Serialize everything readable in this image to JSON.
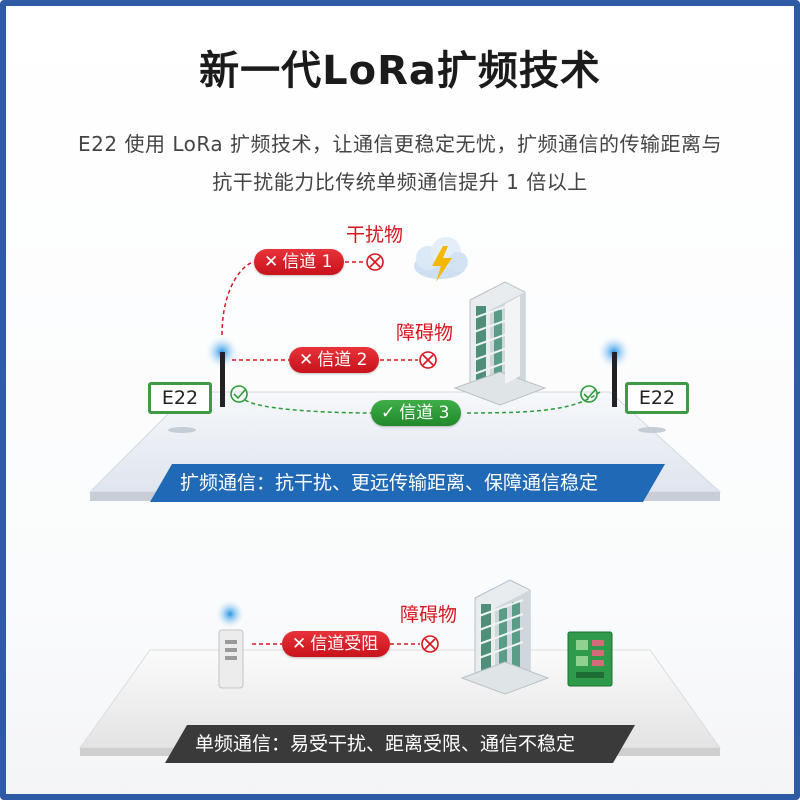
{
  "title": "新一代LoRa扩频技术",
  "subtitle_line1": "E22 使用 LoRa 扩频技术，让通信更稳定无忧，扩频通信的传输距离与",
  "subtitle_line2": "抗干扰能力比传统单频通信提升 1 倍以上",
  "top_scene": {
    "left_module": "E22",
    "right_module": "E22",
    "interference_label": "干扰物",
    "obstacle_label": "障碍物",
    "channel1": "信道 1",
    "channel2": "信道 2",
    "channel3": "信道 3",
    "banner": "扩频通信：抗干扰、更远传输距离、保障通信稳定"
  },
  "bottom_scene": {
    "obstacle_label": "障碍物",
    "channel_blocked": "信道受阻",
    "banner": "单频通信：易受干扰、距离受限、通信不稳定"
  },
  "icons": {
    "fail": "x-icon",
    "ok": "check-icon",
    "blocked": "circle-x-icon",
    "cloud": "cloud-lightning-icon",
    "building": "building-icon"
  },
  "colors": {
    "frame": "#2f5aa6",
    "fail_red": "#d9161f",
    "ok_green": "#2e9b3a",
    "spread_banner": "#1f69b6",
    "single_banner": "#3a3a3a"
  }
}
